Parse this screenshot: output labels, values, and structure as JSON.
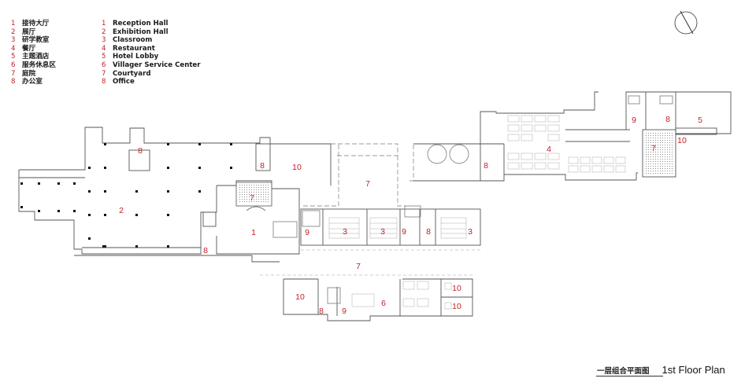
{
  "legend": {
    "chinese": [
      {
        "num": "1",
        "text": "接待大厅"
      },
      {
        "num": "2",
        "text": "展厅"
      },
      {
        "num": "3",
        "text": "研学教室"
      },
      {
        "num": "4",
        "text": "餐厅"
      },
      {
        "num": "5",
        "text": "主题酒店"
      },
      {
        "num": "6",
        "text": "服务休息区"
      },
      {
        "num": "7",
        "text": "庭院"
      },
      {
        "num": "8",
        "text": "办公室"
      }
    ],
    "english": [
      {
        "num": "1",
        "text": "Reception Hall"
      },
      {
        "num": "2",
        "text": "Exhibition Hall"
      },
      {
        "num": "3",
        "text": "Classroom"
      },
      {
        "num": "4",
        "text": "Restaurant"
      },
      {
        "num": "5",
        "text": "Hotel Lobby"
      },
      {
        "num": "6",
        "text": "Villager Service Center"
      },
      {
        "num": "7",
        "text": "Courtyard"
      },
      {
        "num": "8",
        "text": "Office"
      }
    ]
  },
  "caption": {
    "chinese": "一层组合平面图",
    "english": "1st Floor Plan"
  },
  "room_labels": [
    "1",
    "2",
    "3",
    "3",
    "3",
    "4",
    "5",
    "6",
    "7",
    "7",
    "7",
    "7",
    "8",
    "8",
    "8",
    "8",
    "8",
    "8",
    "8",
    "9",
    "9",
    "9",
    "9",
    "10",
    "10",
    "10",
    "10",
    "10"
  ],
  "compass_icon": "north-arrow-icon",
  "colors": {
    "label_red": "#c0202a",
    "wall": "#555555",
    "column": "#111111",
    "courtyard_hatch": "#888888"
  }
}
